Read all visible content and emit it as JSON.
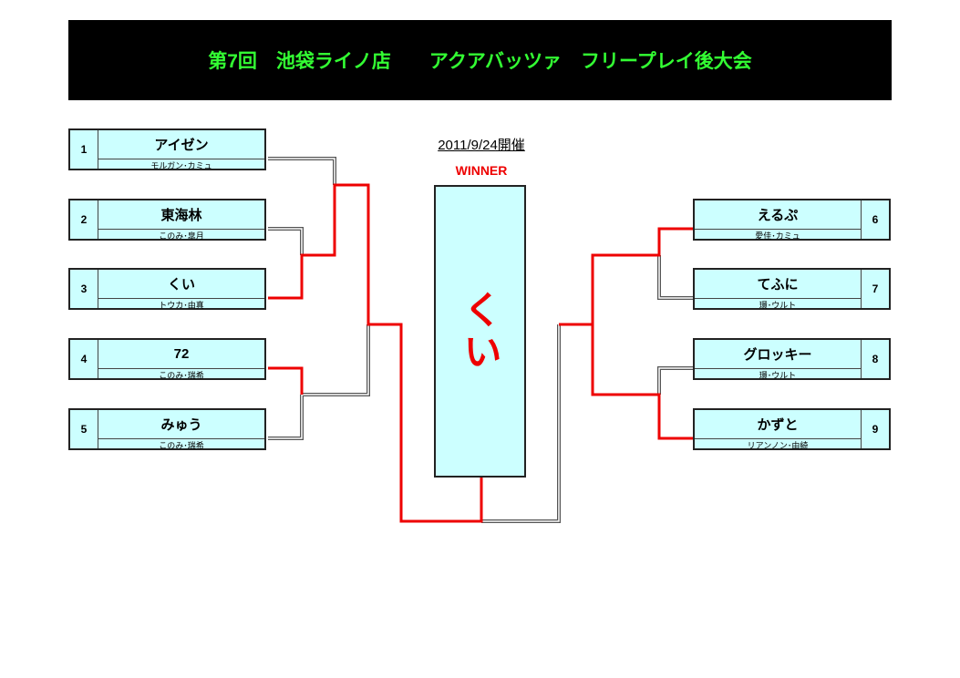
{
  "title": "第7回　池袋ライノ店　　アクアバッツァ　フリープレイ後大会",
  "date": "2011/9/24開催",
  "winner_label": "WINNER",
  "winner": "くい",
  "colors": {
    "title_bg": "#000000",
    "title_text": "#33ff33",
    "box_bg": "#ccffff",
    "win_line": "#e00000"
  },
  "left": [
    {
      "num": "1",
      "name": "アイゼン",
      "sub": "モルガン･カミュ"
    },
    {
      "num": "2",
      "name": "東海林",
      "sub": "このみ･皐月"
    },
    {
      "num": "3",
      "name": "くい",
      "sub": "トウカ･由真"
    },
    {
      "num": "4",
      "name": "72",
      "sub": "このみ･瑞希"
    },
    {
      "num": "5",
      "name": "みゅう",
      "sub": "このみ･瑞希"
    }
  ],
  "right": [
    {
      "num": "6",
      "name": "えるぷ",
      "sub": "愛佳･カミュ"
    },
    {
      "num": "7",
      "name": "てふに",
      "sub": "環･ウルト"
    },
    {
      "num": "8",
      "name": "グロッキー",
      "sub": "環･ウルト"
    },
    {
      "num": "9",
      "name": "かずと",
      "sub": "リアンノン･由綺"
    }
  ]
}
